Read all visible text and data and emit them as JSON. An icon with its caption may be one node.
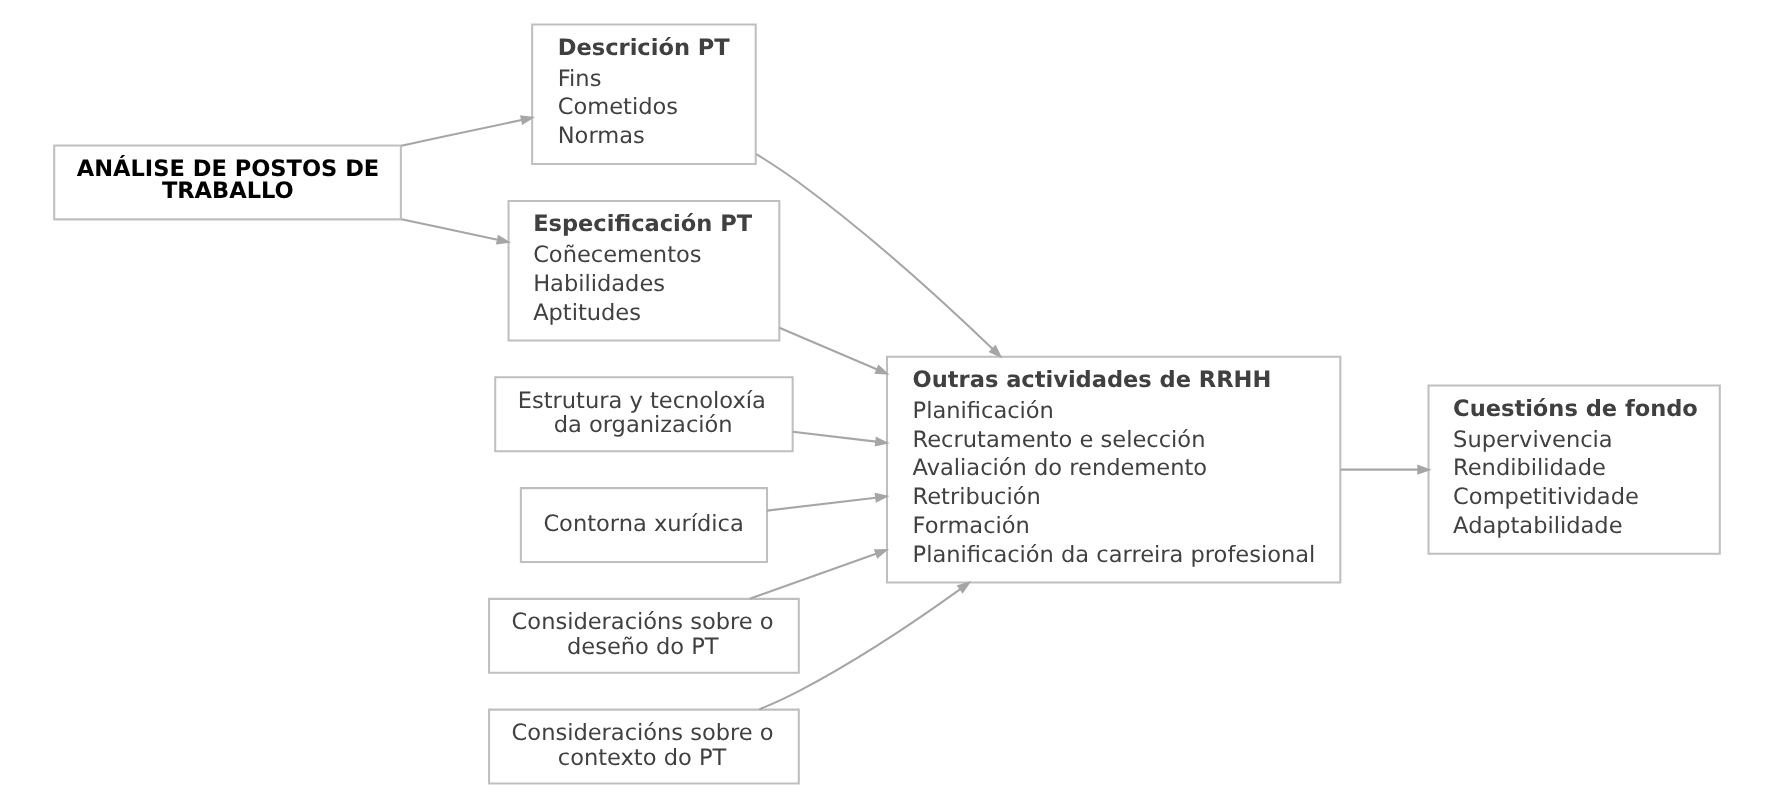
{
  "diagram": {
    "nodes": [
      {
        "text": [
          "Estrutura y tecnoloxía da organización"
        ]
      },
      {
        "text": [
          "Contorna xurídica"
        ]
      },
      {
        "text": [
          "Descrición PT",
          "Fins",
          "Cometidos",
          "Normas"
        ]
      },
      {
        "text": [
          "Outras actividades de RRHH",
          "Planificación",
          "Recrutamento e selección",
          "Avaliación do rendemento",
          "Retribución",
          "Formación",
          "Planificación da carreira profesional"
        ]
      },
      {
        "text": [
          "Cuestións de fondo",
          "Supervivencia",
          "Rendibilidade",
          "Competitividade",
          "Adaptabilidade"
        ]
      },
      {
        "text": [
          "ANÁLISE DE POSTOS DE TRABALLO"
        ]
      },
      {
        "text": [
          "Especificación PT",
          "Coñecementos",
          "Habilidades",
          "Aptitudes"
        ]
      },
      {
        "text": [
          "Consideracións sobre o deseño do PT"
        ]
      },
      {
        "text": [
          "Consideracións sobre o contexto do PT"
        ]
      }
    ],
    "edges": [
      {
        "from": 5,
        "to": 2,
        "arrow": "to"
      },
      {
        "from": 5,
        "to": 6,
        "arrow": "to"
      },
      {
        "from": 0,
        "to": 3,
        "arrow": "to"
      },
      {
        "from": 1,
        "to": 3,
        "arrow": "to"
      },
      {
        "from": 2,
        "to": 3,
        "arrow": "to"
      },
      {
        "from": 6,
        "to": 3,
        "arrow": "to"
      },
      {
        "from": 7,
        "to": 3,
        "arrow": "to"
      },
      {
        "from": 8,
        "to": 3,
        "arrow": "to"
      },
      {
        "from": 3,
        "to": 4,
        "arrow": "to"
      }
    ]
  }
}
